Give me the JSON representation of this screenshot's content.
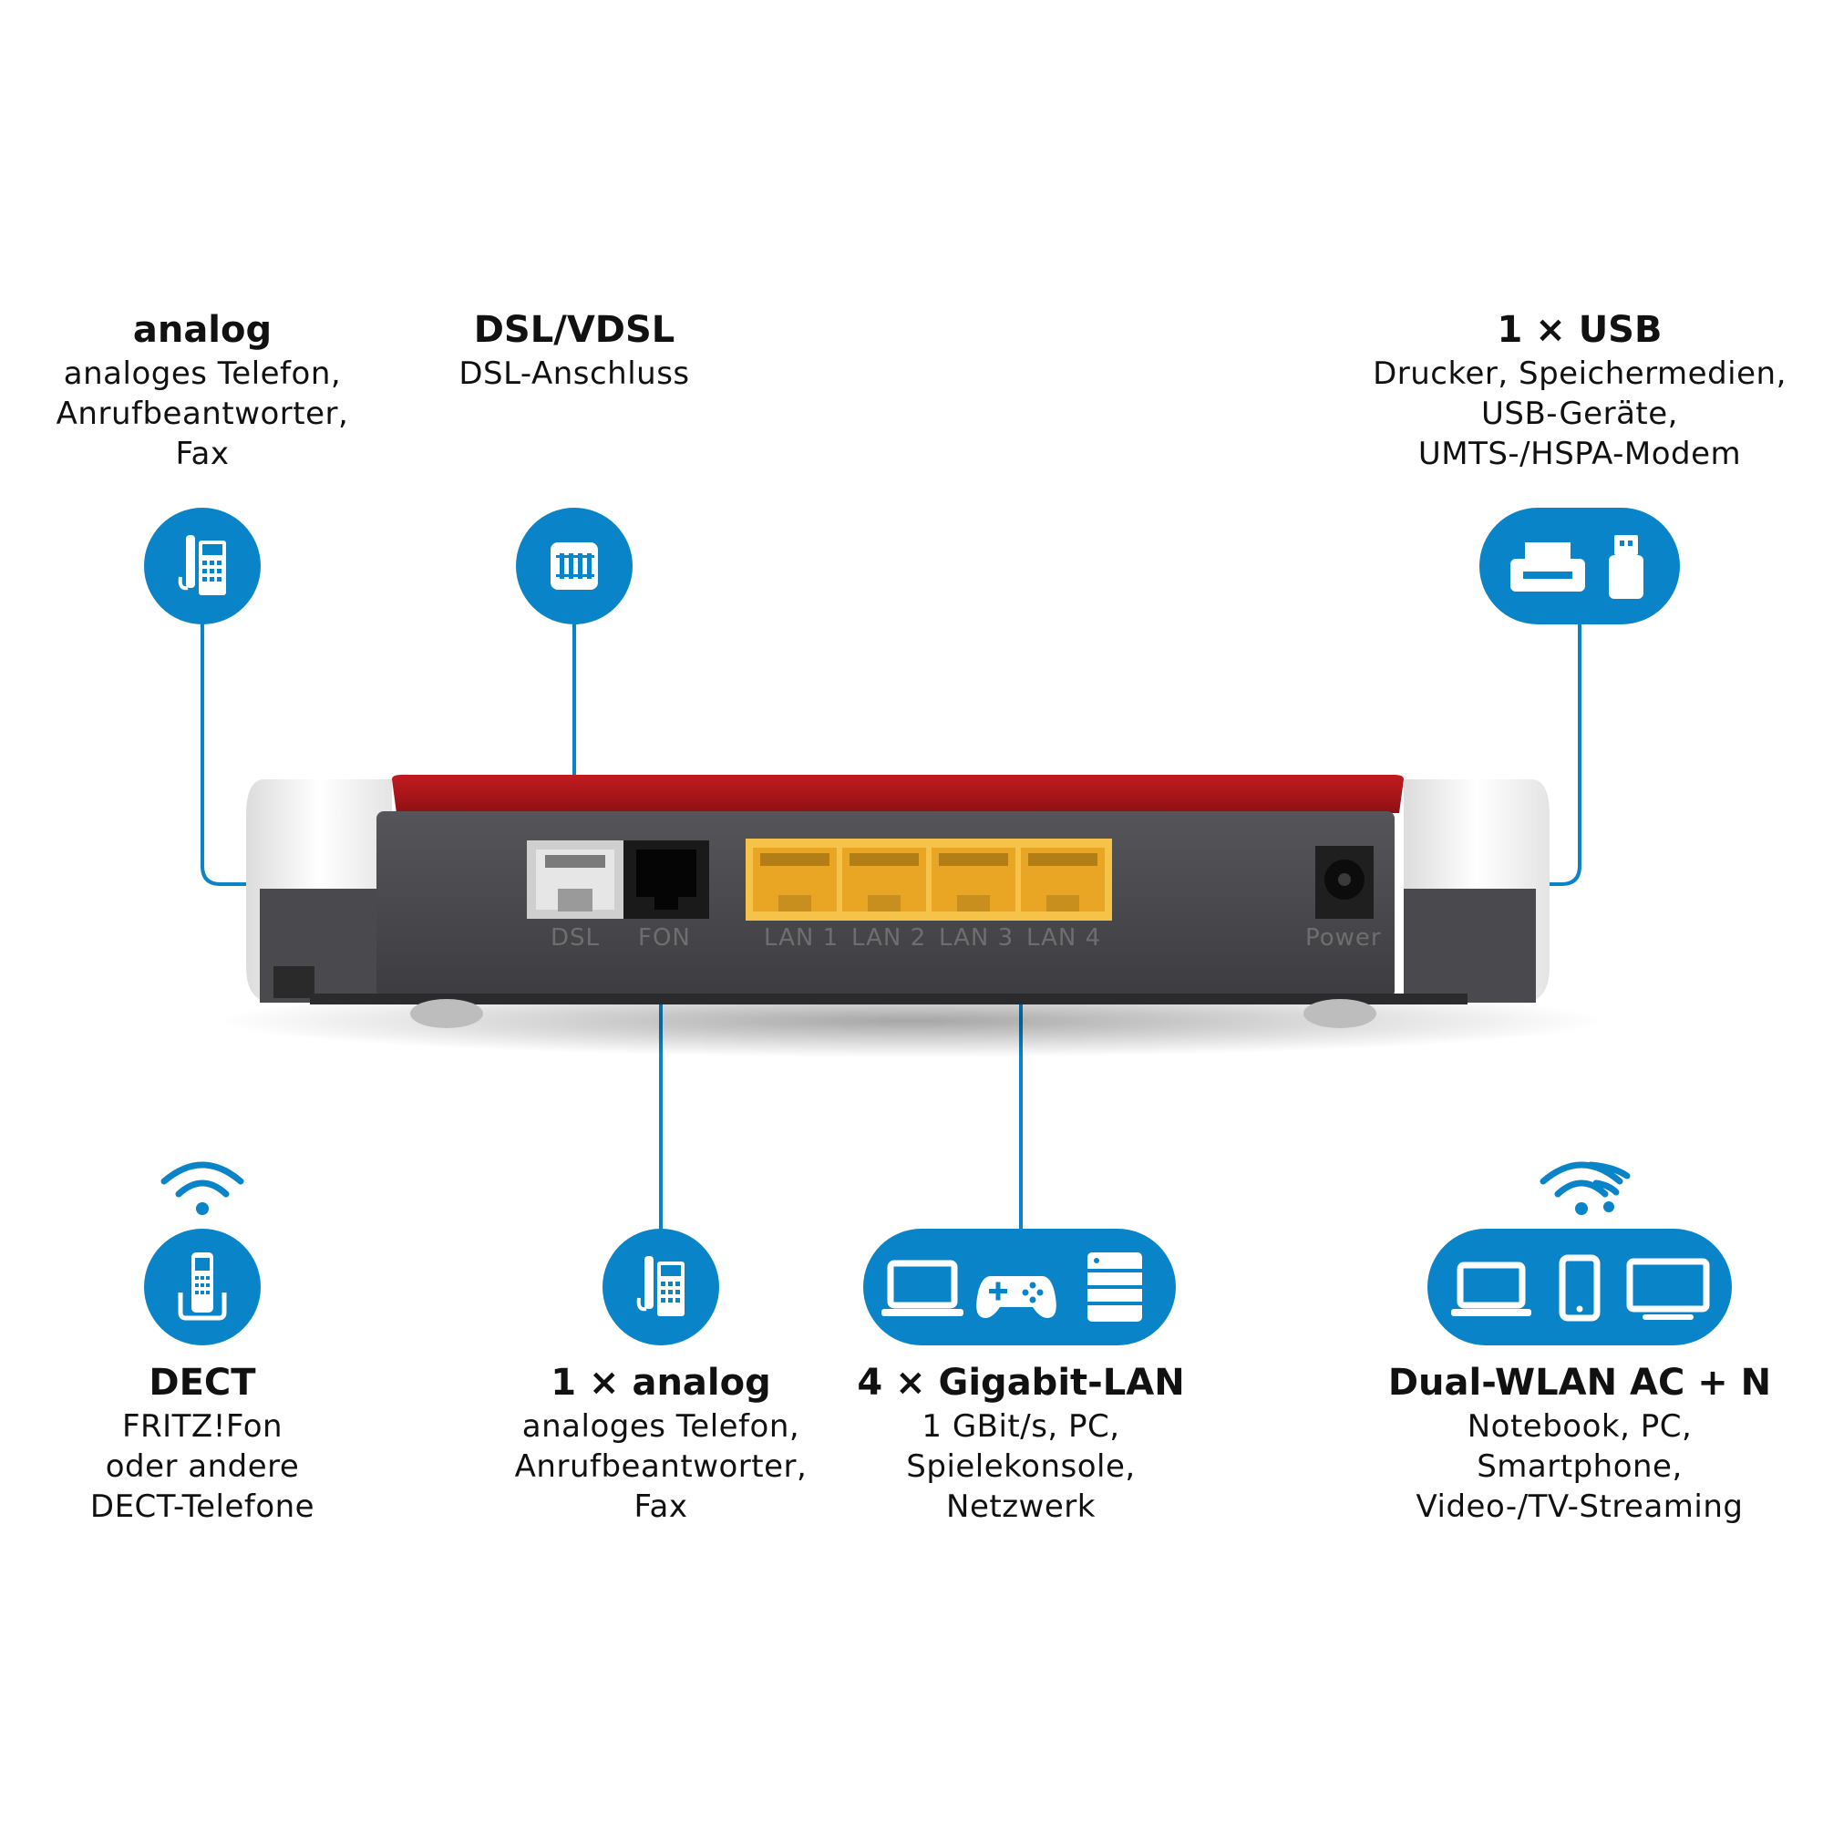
{
  "colors": {
    "accent": "#0a84c8",
    "router_red": "#b2161a",
    "router_body": "#4b4b4e",
    "lan_yellow": "#f3b233"
  },
  "labels": {
    "analog_top": {
      "title": "analog",
      "lines": [
        "analoges Telefon,",
        "Anrufbeantworter,",
        "Fax"
      ]
    },
    "dsl": {
      "title": "DSL/VDSL",
      "lines": [
        "DSL-Anschluss"
      ]
    },
    "usb": {
      "title": "1 × USB",
      "lines": [
        "Drucker, Speichermedien,",
        "USB-Geräte,",
        "UMTS-/HSPA-Modem"
      ]
    },
    "dect": {
      "title": "DECT",
      "lines": [
        "FRITZ!Fon",
        "oder andere",
        "DECT-Telefone"
      ]
    },
    "analog_bottom": {
      "title": "1 × analog",
      "lines": [
        "analoges Telefon,",
        "Anrufbeantworter,",
        "Fax"
      ]
    },
    "lan": {
      "title": "4 × Gigabit-LAN",
      "lines": [
        "1 GBit/s, PC,",
        "Spielekonsole,",
        "Netzwerk"
      ]
    },
    "wlan": {
      "title": "Dual-WLAN AC + N",
      "lines": [
        "Notebook, PC,",
        "Smartphone,",
        "Video-/TV-Streaming"
      ]
    }
  },
  "ports": {
    "dsl": "DSL",
    "fon": "FON",
    "lan1": "LAN 1",
    "lan2": "LAN 2",
    "lan3": "LAN 3",
    "lan4": "LAN 4",
    "power": "Power"
  },
  "icons": {
    "analog_top": [
      "desk-phone-icon"
    ],
    "dsl": [
      "dsl-port-icon"
    ],
    "usb": [
      "printer-icon",
      "usb-stick-icon"
    ],
    "dect": [
      "wifi-icon",
      "cordless-phone-icon"
    ],
    "analog_bottom": [
      "desk-phone-icon"
    ],
    "lan": [
      "laptop-icon",
      "gamepad-icon",
      "server-icon"
    ],
    "wlan": [
      "wifi-icon",
      "laptop-icon",
      "smartphone-icon",
      "monitor-icon"
    ]
  }
}
